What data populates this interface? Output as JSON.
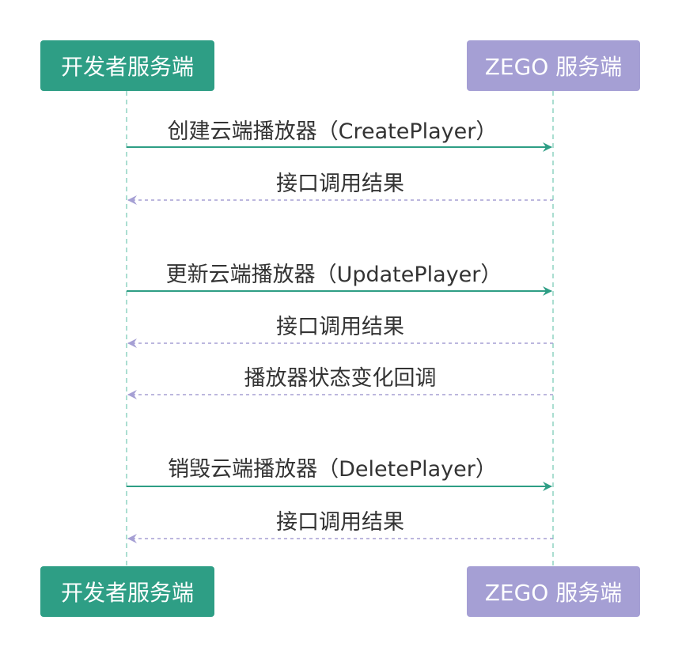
{
  "participants": {
    "developer": {
      "label": "开发者服务端",
      "color": "#2e9e85"
    },
    "zego": {
      "label": "ZEGO 服务端",
      "color": "#a59fd4"
    }
  },
  "colors": {
    "request_arrow": "#2e9e85",
    "response_arrow": "#a59fd4",
    "lifeline": "#8fd3c2"
  },
  "messages": [
    {
      "label": "创建云端播放器（CreatePlayer）",
      "direction": "request"
    },
    {
      "label": "接口调用结果",
      "direction": "response"
    },
    {
      "label": "更新云端播放器（UpdatePlayer）",
      "direction": "request"
    },
    {
      "label": "接口调用结果",
      "direction": "response"
    },
    {
      "label": "播放器状态变化回调",
      "direction": "response"
    },
    {
      "label": "销毁云端播放器（DeletePlayer）",
      "direction": "request"
    },
    {
      "label": "接口调用结果",
      "direction": "response"
    }
  ]
}
